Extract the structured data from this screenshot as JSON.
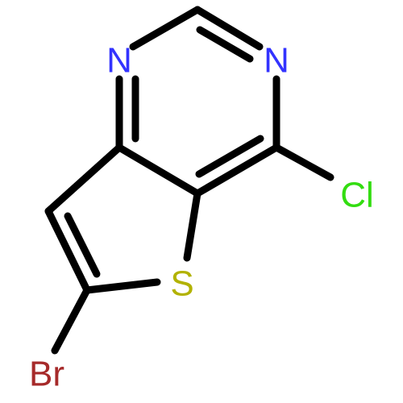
{
  "atoms": {
    "n1": {
      "symbol": "N",
      "color": "#3333ff"
    },
    "n3": {
      "symbol": "N",
      "color": "#3333ff"
    },
    "cl": {
      "symbol": "Cl",
      "color": "#33dd11"
    },
    "s": {
      "symbol": "S",
      "color": "#b2b200"
    },
    "br": {
      "symbol": "Br",
      "color": "#a62a2a"
    }
  },
  "colors": {
    "bond": "#000000",
    "background": "#ffffff"
  }
}
